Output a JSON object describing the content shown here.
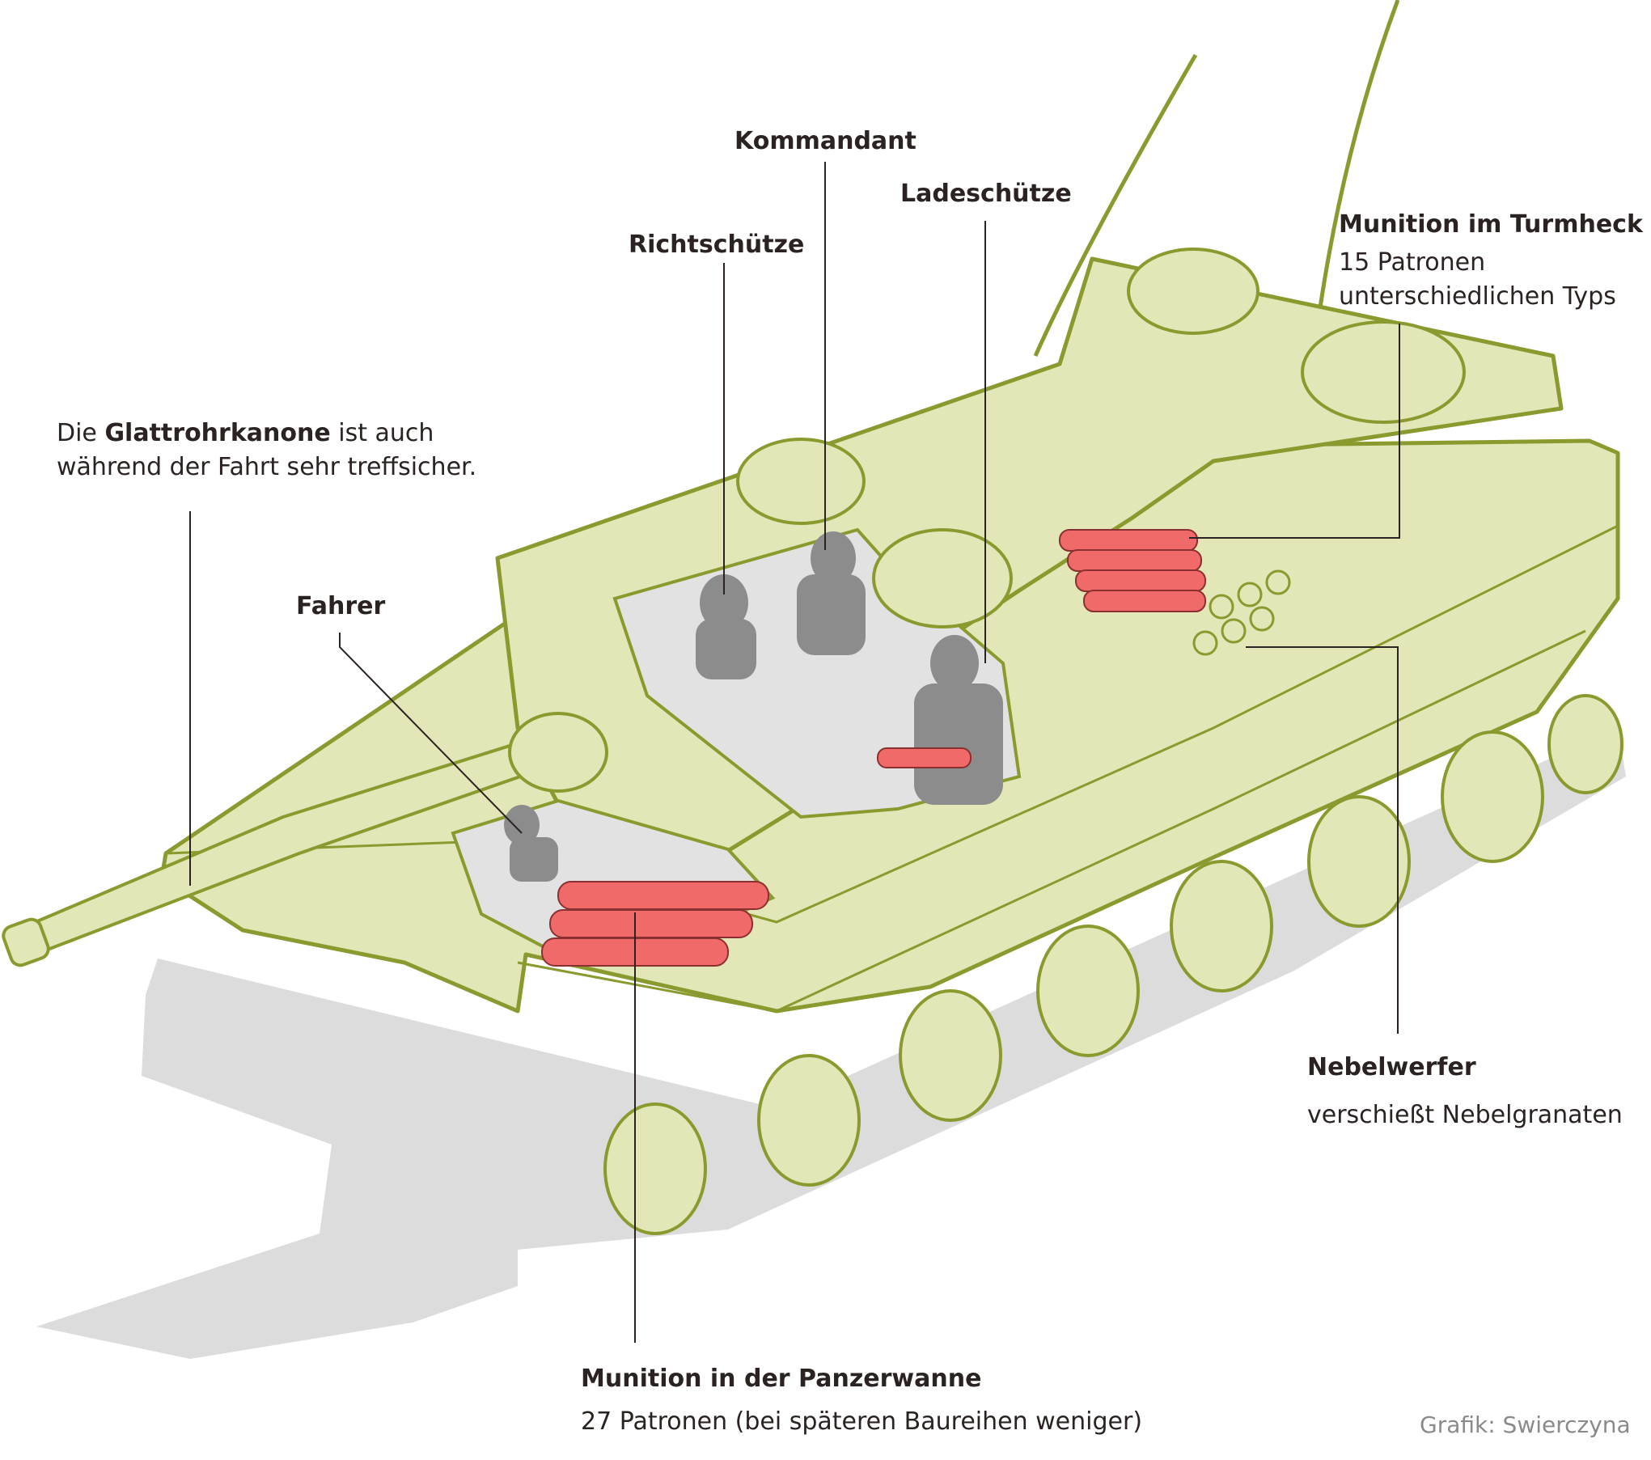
{
  "labels": {
    "kommandant": "Kommandant",
    "ladeschuetze": "Ladeschütze",
    "richtschuetze": "Richtschütze",
    "fahrer": "Fahrer",
    "turmheck": {
      "title": "Munition im Turmheck",
      "line1": "15 Patronen",
      "line2": "unterschiedlichen Typs"
    },
    "kanone": {
      "prefix": "Die ",
      "bold": "Glattrohrkanone",
      "suffix": " ist auch",
      "line2": "während der Fahrt sehr treffsicher."
    },
    "nebelwerfer": {
      "title": "Nebelwerfer",
      "text": "verschießt Nebelgranaten"
    },
    "panzerwanne": {
      "title": "Munition in der Panzerwanne",
      "text": "27 Patronen (bei späteren Baureihen weniger)"
    }
  },
  "credit": "Grafik: Swierczyna",
  "colors": {
    "hull_fill": "#e3e6b6",
    "outline": "#8b9a2f",
    "ammo": "#f06a6a",
    "crew": "#8c8c8c",
    "interior": "#e2e2e2",
    "shadow": "#dcdcdc",
    "leader_line": "#2a2321",
    "text": "#2a2321",
    "credit": "#8a8a8a"
  }
}
